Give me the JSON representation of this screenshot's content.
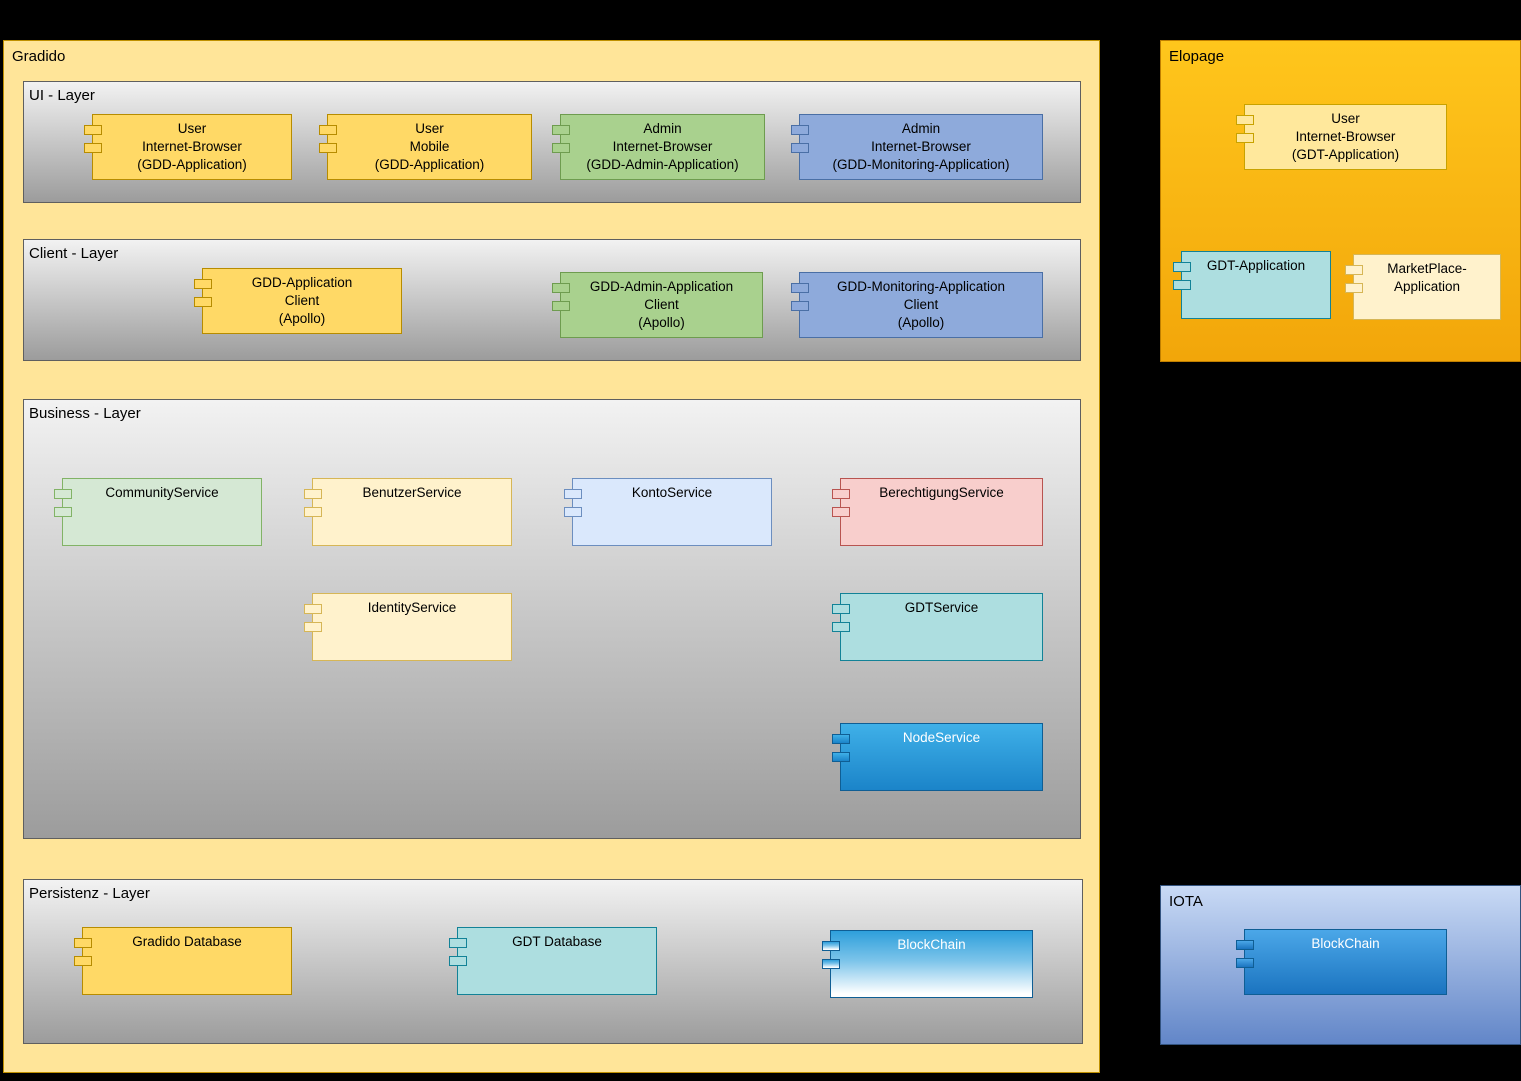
{
  "colors": {
    "background": "#000000",
    "gradido_fill": "#FFE599",
    "elopage_fill": "#FFC01C",
    "iota_fill_top": "#C9DAF5",
    "iota_fill_bottom": "#6286C8",
    "layer_gradient_top": "#F2F2F2",
    "layer_gradient_bottom": "#9C9C9C",
    "yellow": "#FFD966",
    "light_yellow": "#FFF2CC",
    "green": "#A9D18E",
    "light_green": "#D5E8D4",
    "periwinkle_blue": "#8EAADB",
    "light_blue": "#DAE8FC",
    "pink": "#F8CECC",
    "teal": "#ADDEE0",
    "bright_blue": "#2E9FDB"
  },
  "gradido": {
    "title": "Gradido",
    "ui_layer": {
      "title": "UI - Layer",
      "components": [
        {
          "label": "User\nInternet-Browser\n(GDD-Application)"
        },
        {
          "label": "User\nMobile\n(GDD-Application)"
        },
        {
          "label": "Admin\nInternet-Browser\n(GDD-Admin-Application)"
        },
        {
          "label": "Admin\nInternet-Browser\n(GDD-Monitoring-Application)"
        }
      ]
    },
    "client_layer": {
      "title": "Client - Layer",
      "components": [
        {
          "label": "GDD-Application\nClient\n(Apollo)"
        },
        {
          "label": "GDD-Admin-Application\nClient\n(Apollo)"
        },
        {
          "label": "GDD-Monitoring-Application\nClient\n(Apollo)"
        }
      ]
    },
    "business_layer": {
      "title": "Business - Layer",
      "components": [
        {
          "label": "CommunityService"
        },
        {
          "label": "BenutzerService"
        },
        {
          "label": "KontoService"
        },
        {
          "label": "BerechtigungService"
        },
        {
          "label": "IdentityService"
        },
        {
          "label": "GDTService"
        },
        {
          "label": "NodeService"
        }
      ]
    },
    "persistenz_layer": {
      "title": "Persistenz - Layer",
      "components": [
        {
          "label": "Gradido Database"
        },
        {
          "label": "GDT Database"
        },
        {
          "label": "BlockChain"
        }
      ]
    }
  },
  "elopage": {
    "title": "Elopage",
    "components": [
      {
        "label": "User\nInternet-Browser\n(GDT-Application)"
      },
      {
        "label": "GDT-Application"
      },
      {
        "label": "MarketPlace-\nApplication"
      }
    ]
  },
  "iota": {
    "title": "IOTA",
    "components": [
      {
        "label": "BlockChain"
      }
    ]
  }
}
